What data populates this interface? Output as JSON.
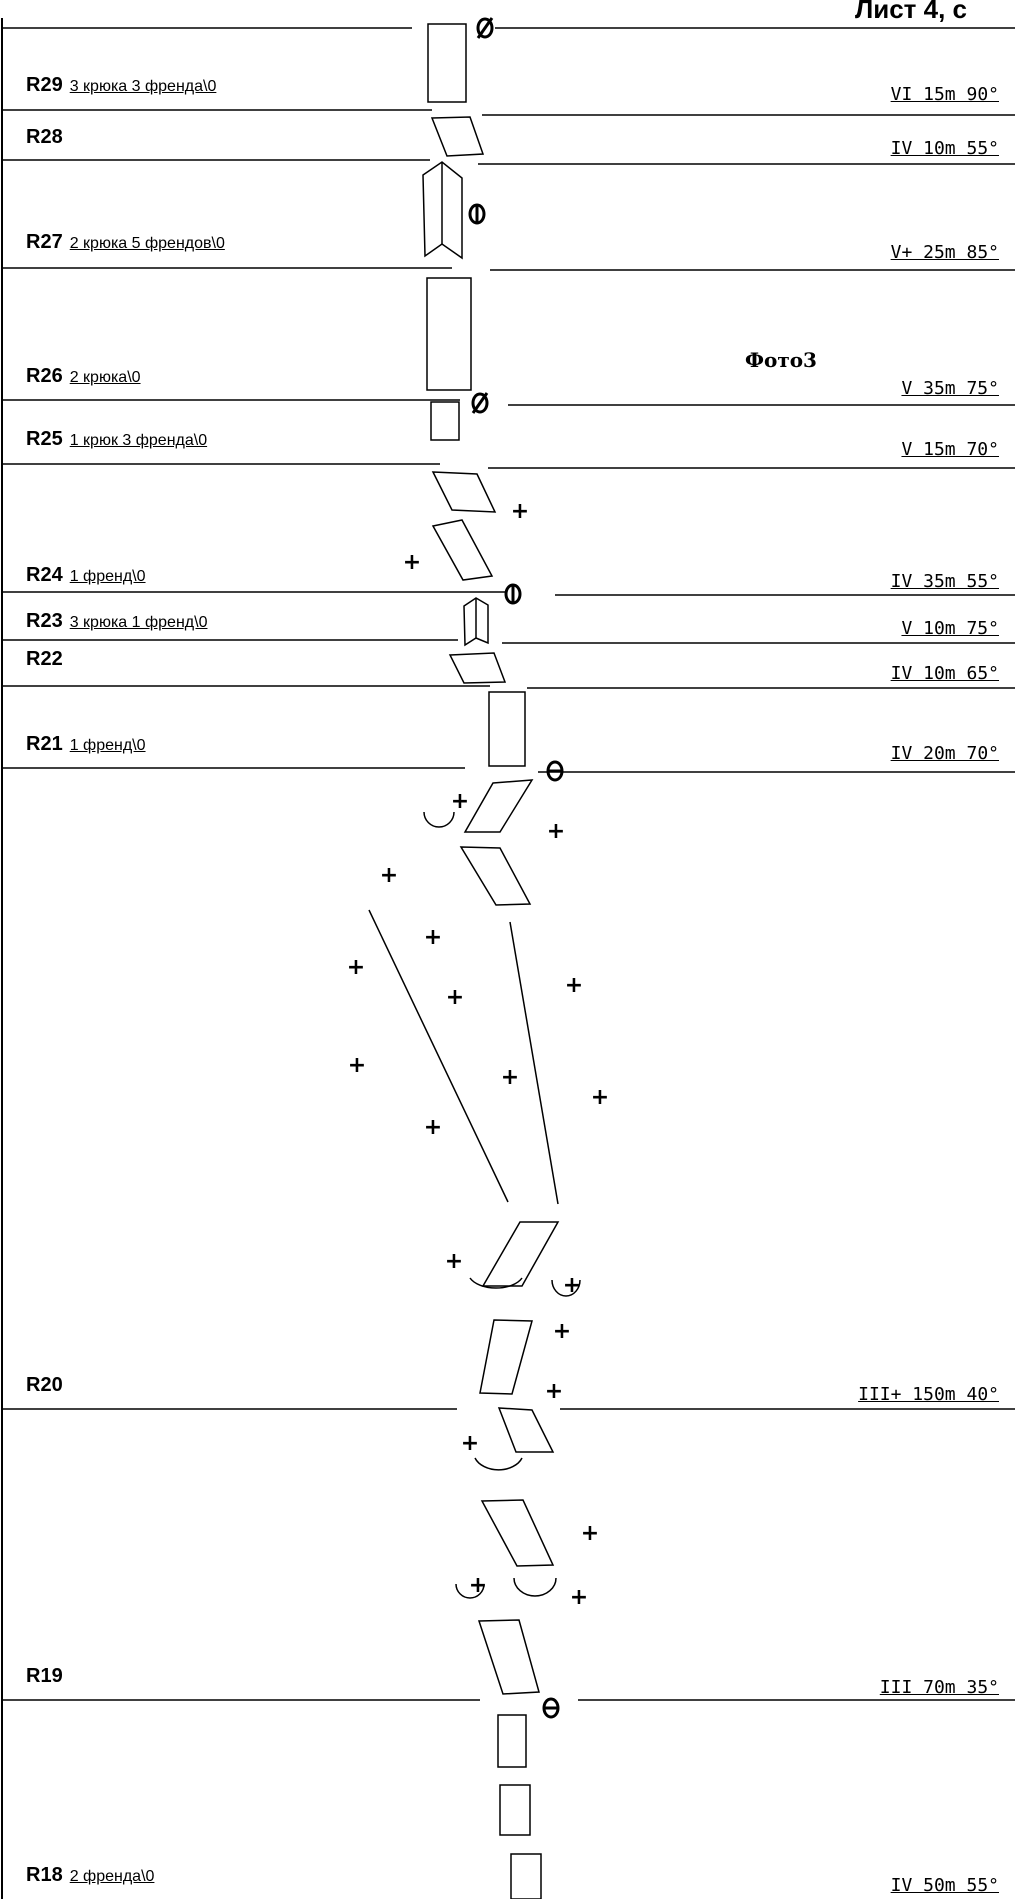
{
  "sheet_title": "Лист 4, с",
  "photo_label": "Фото3",
  "pitches": [
    {
      "id": "R29",
      "gear": "3 крюка 3 френда\\0",
      "grade": "VI 15m 90°"
    },
    {
      "id": "R28",
      "gear": "",
      "grade": "IV 10m 55°"
    },
    {
      "id": "R27",
      "gear": "2 крюка 5 френдов\\0",
      "grade": "V+ 25m 85°"
    },
    {
      "id": "R26",
      "gear": "2 крюка\\0",
      "grade": "V 35m 75°"
    },
    {
      "id": "R25",
      "gear": "1 крюк 3 френда\\0",
      "grade": "V 15m 70°"
    },
    {
      "id": "R24",
      "gear": "1 френд\\0",
      "grade": "IV 35m 55°"
    },
    {
      "id": "R23",
      "gear": "3 крюка 1 френд\\0",
      "grade": "V 10m 75°"
    },
    {
      "id": "R22",
      "gear": "",
      "grade": "IV 10m 65°"
    },
    {
      "id": "R21",
      "gear": "1 френд\\0",
      "grade": "IV 20m 70°"
    },
    {
      "id": "R20",
      "gear": "",
      "grade": "III+ 150m 40°"
    },
    {
      "id": "R19",
      "gear": "",
      "grade": "III 70m 35°"
    },
    {
      "id": "R18",
      "gear": "2 френда\\0",
      "grade": "IV 50m 55°"
    }
  ]
}
